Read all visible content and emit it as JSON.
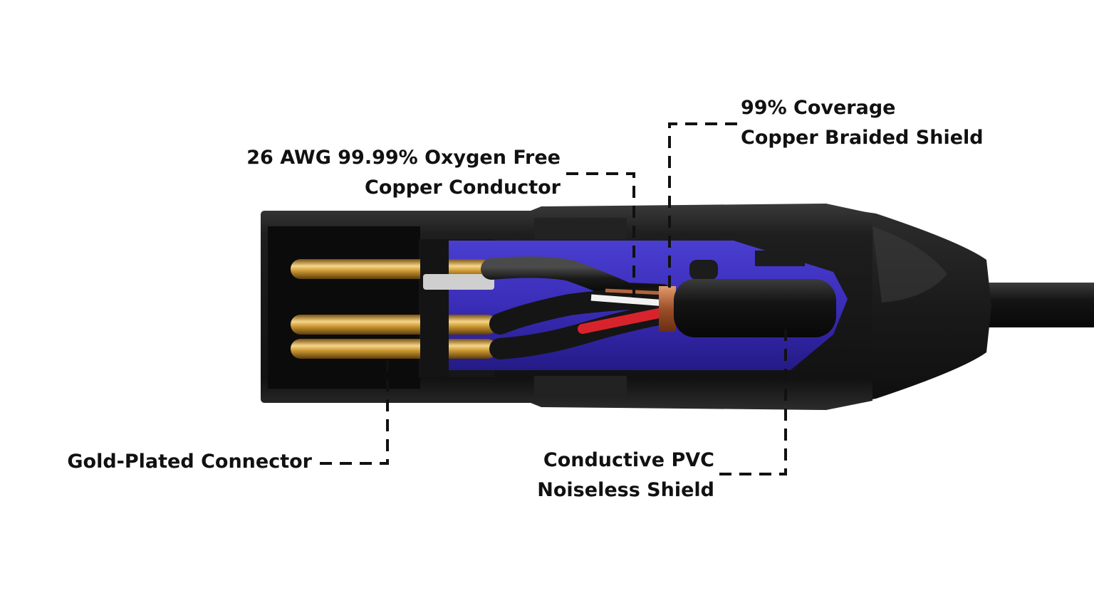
{
  "callouts": {
    "conductor": {
      "line1": "26 AWG 99.99% Oxygen Free",
      "line2": "Copper Conductor"
    },
    "braid": {
      "line1": "99% Coverage",
      "line2": "Copper Braided Shield"
    },
    "gold": {
      "line1": "Gold-Plated Connector"
    },
    "pvc": {
      "line1": "Conductive PVC",
      "line2": "Noiseless Shield"
    }
  },
  "colors": {
    "housing": "#1c1c1c",
    "interior": "#3a2db8",
    "gold": "#c9962f",
    "copper": "#b5643a",
    "red_wire": "#d8232d",
    "white_wire": "#f2f2f2",
    "leader": "#111111"
  }
}
